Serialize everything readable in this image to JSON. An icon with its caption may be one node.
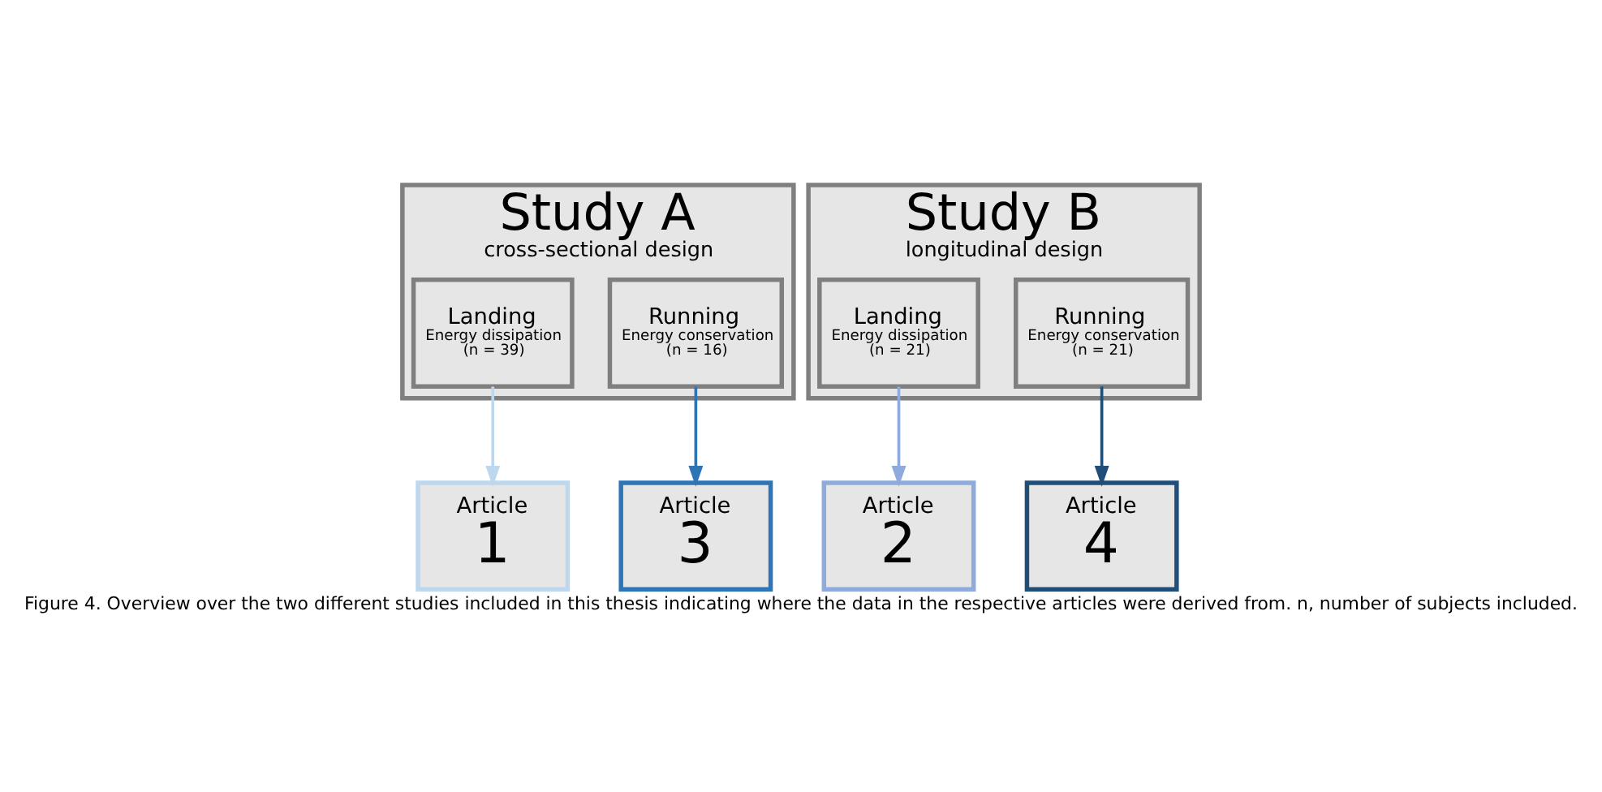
{
  "diagram": {
    "caption": "Figure 4. Overview over the two different studies included in this thesis indicating where the data in the respective articles were derived from. n, number of subjects included.",
    "nodes": [
      {
        "text": [
          "Study A",
          "cross-sectional design"
        ]
      },
      {
        "text": [
          "Landing",
          "Energy dissipation",
          "(n = 39)"
        ],
        "in": 0
      },
      {
        "text": [
          "Running",
          "Energy conservation",
          "(n = 16)"
        ],
        "in": 0
      },
      {
        "text": [
          "Study B",
          "longitudinal design"
        ]
      },
      {
        "text": [
          "Landing",
          "Energy dissipation",
          "(n = 21)"
        ],
        "in": 3
      },
      {
        "text": [
          "Running",
          "Energy conservation",
          "(n = 21)"
        ],
        "in": 3
      },
      {
        "text": [
          "Article",
          "1"
        ]
      },
      {
        "text": [
          "Article",
          "2"
        ]
      },
      {
        "text": [
          "Article",
          "3"
        ]
      },
      {
        "text": [
          "Article",
          "4"
        ]
      }
    ],
    "edges": [
      {
        "from": 1,
        "to": 6,
        "arrow": "to",
        "color": "#bdd7ee"
      },
      {
        "from": 2,
        "to": 8,
        "arrow": "to",
        "color": "#2e75b6"
      },
      {
        "from": 4,
        "to": 7,
        "arrow": "to",
        "color": "#8faadc"
      },
      {
        "from": 5,
        "to": 9,
        "arrow": "to",
        "color": "#1f4e79"
      }
    ]
  }
}
